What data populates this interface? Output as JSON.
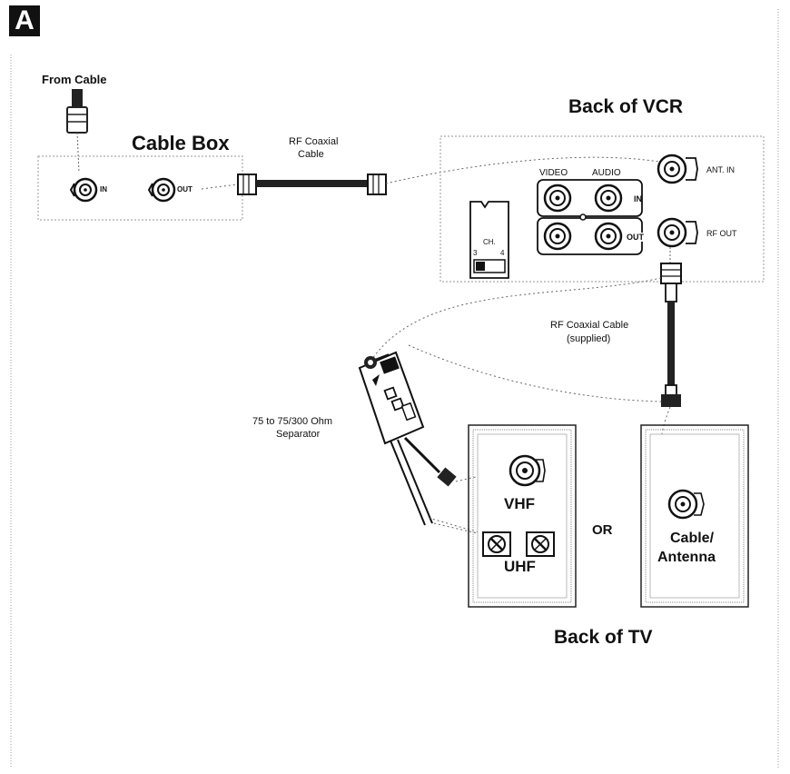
{
  "badge": "A",
  "labels": {
    "from_cable": "From Cable",
    "cable_box": "Cable Box",
    "cable_box_in": "IN",
    "cable_box_out": "OUT",
    "rf_coaxial_cable_line1": "RF Coaxial",
    "rf_coaxial_cable_line2": "Cable",
    "back_of_vcr": "Back of VCR",
    "video": "VIDEO",
    "audio": "AUDIO",
    "vcr_in": "IN",
    "vcr_out": "OUT",
    "ch": "CH.",
    "ch3": "3",
    "ch4": "4",
    "ant_in": "ANT. IN",
    "rf_out": "RF OUT",
    "rf_coaxial_supplied_line1": "RF Coaxial Cable",
    "rf_coaxial_supplied_line2": "(supplied)",
    "separator_line1": "75 to 75/300 Ohm",
    "separator_line2": "Separator",
    "vhf": "VHF",
    "uhf": "UHF",
    "or": "OR",
    "cable_antenna_line1": "Cable/",
    "cable_antenna_line2": "Antenna",
    "back_of_tv": "Back of TV"
  }
}
